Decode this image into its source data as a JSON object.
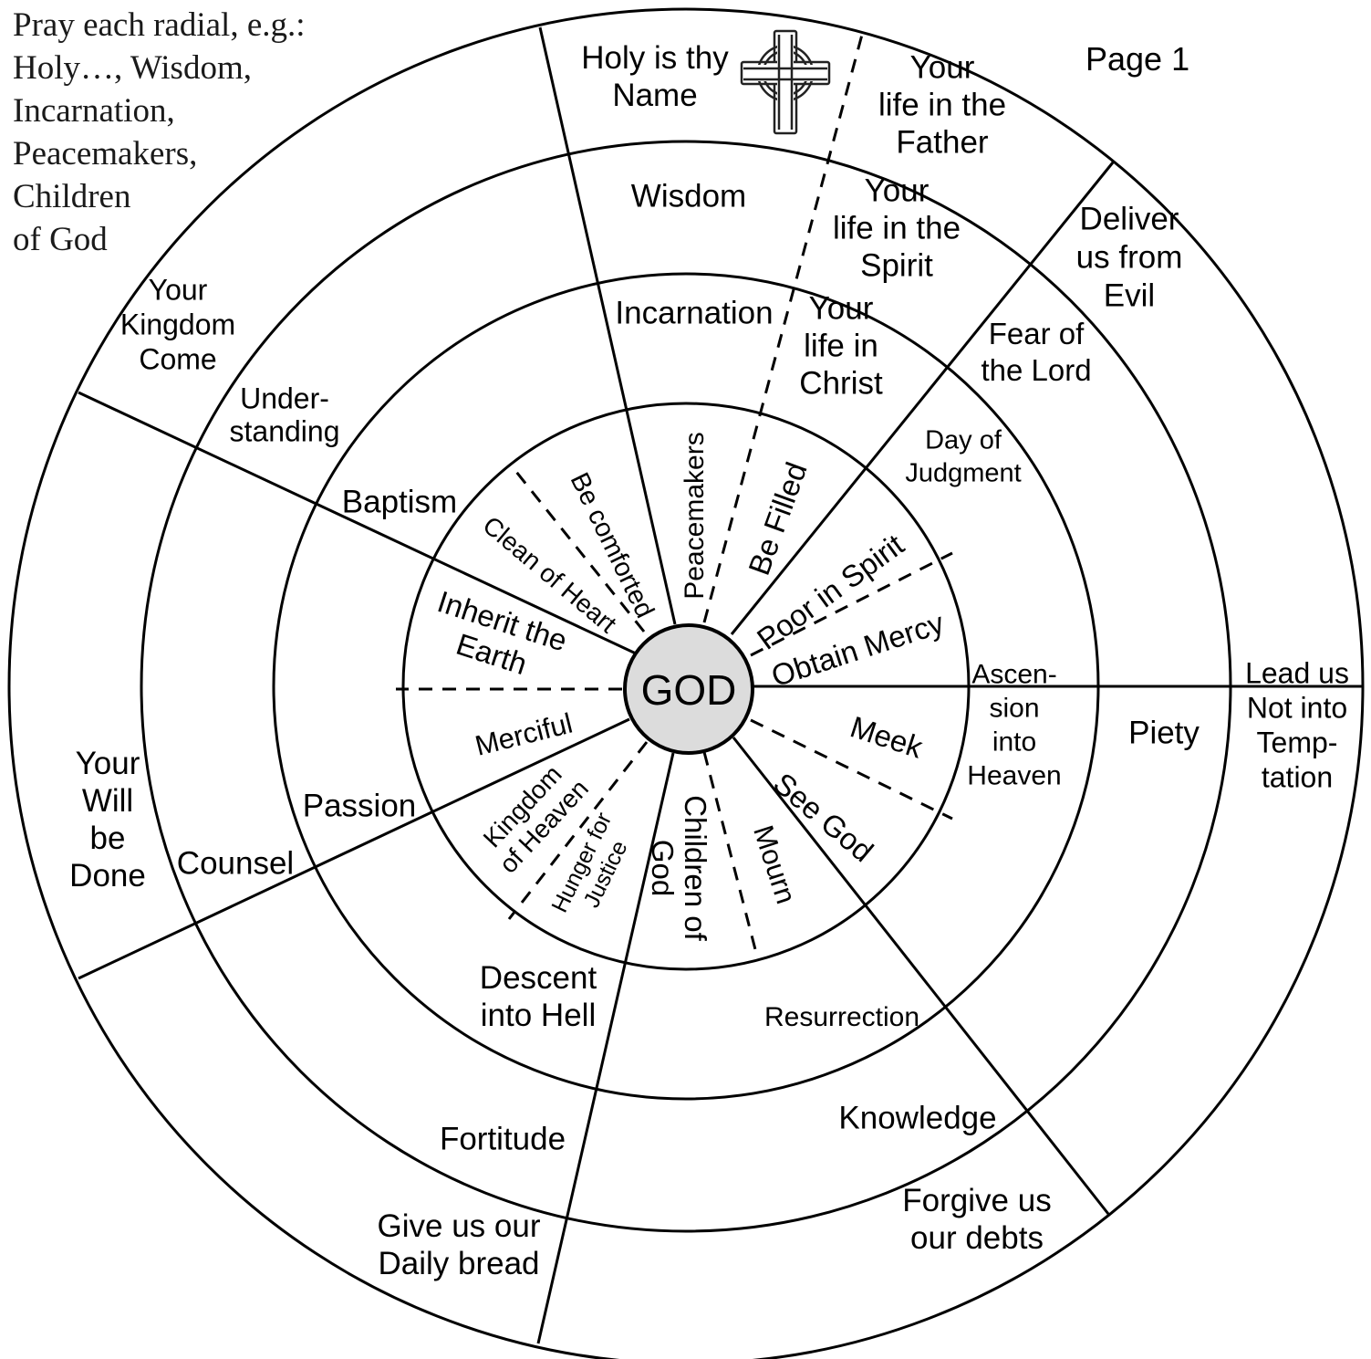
{
  "instructions": "Pray each radial, e.g.:\nHoly…, Wisdom,\nIncarnation,\nPeacemakers,\nChildren\nof God",
  "page_label": "Page 1",
  "center_label": "GOD",
  "outer_ring": {
    "holy_name": "Holy is thy\nName",
    "life_in_father": "Your\nlife in the\nFather",
    "deliver": "Deliver\nus from\nEvil",
    "temptation": "Lead us\nNot into\nTemp-\ntation",
    "debts": "Forgive us\nour debts",
    "daily_bread": "Give us our\nDaily bread",
    "will_done": "Your\nWill\nbe\nDone",
    "kingdom_come": "Your\nKingdom\nCome"
  },
  "gifts_ring": {
    "wisdom": "Wisdom",
    "life_in_spirit": "Your\nlife in the\nSpirit",
    "fear_of_lord": "Fear of\nthe Lord",
    "piety": "Piety",
    "knowledge": "Knowledge",
    "fortitude": "Fortitude",
    "counsel": "Counsel",
    "understanding": "Under-\nstanding"
  },
  "mysteries_ring": {
    "incarnation": "Incarnation",
    "life_in_christ": "Your\nlife in\nChrist",
    "day_of_judgment": "Day of\nJudgment",
    "ascension": "Ascen-\nsion\ninto\nHeaven",
    "resurrection": "Resurrection",
    "descent": "Descent\ninto Hell",
    "passion": "Passion",
    "baptism": "Baptism"
  },
  "beatitudes_ring": {
    "peacemakers": "Peacemakers",
    "be_filled": "Be Filled",
    "poor_in_spirit": "Poor in Spirit",
    "obtain_mercy": "Obtain Mercy",
    "meek": "Meek",
    "see_god": "See God",
    "mourn": "Mourn",
    "children_of_god": "Children of\nGod",
    "hunger_for_justice": "Hunger for\nJustice",
    "kingdom_of_heaven": "Kingdom\nof Heaven",
    "merciful": "Merciful",
    "inherit_the_earth": "Inherit the\nEarth",
    "clean_of_heart": "Clean of Heart",
    "be_comforted": "Be comforted"
  }
}
